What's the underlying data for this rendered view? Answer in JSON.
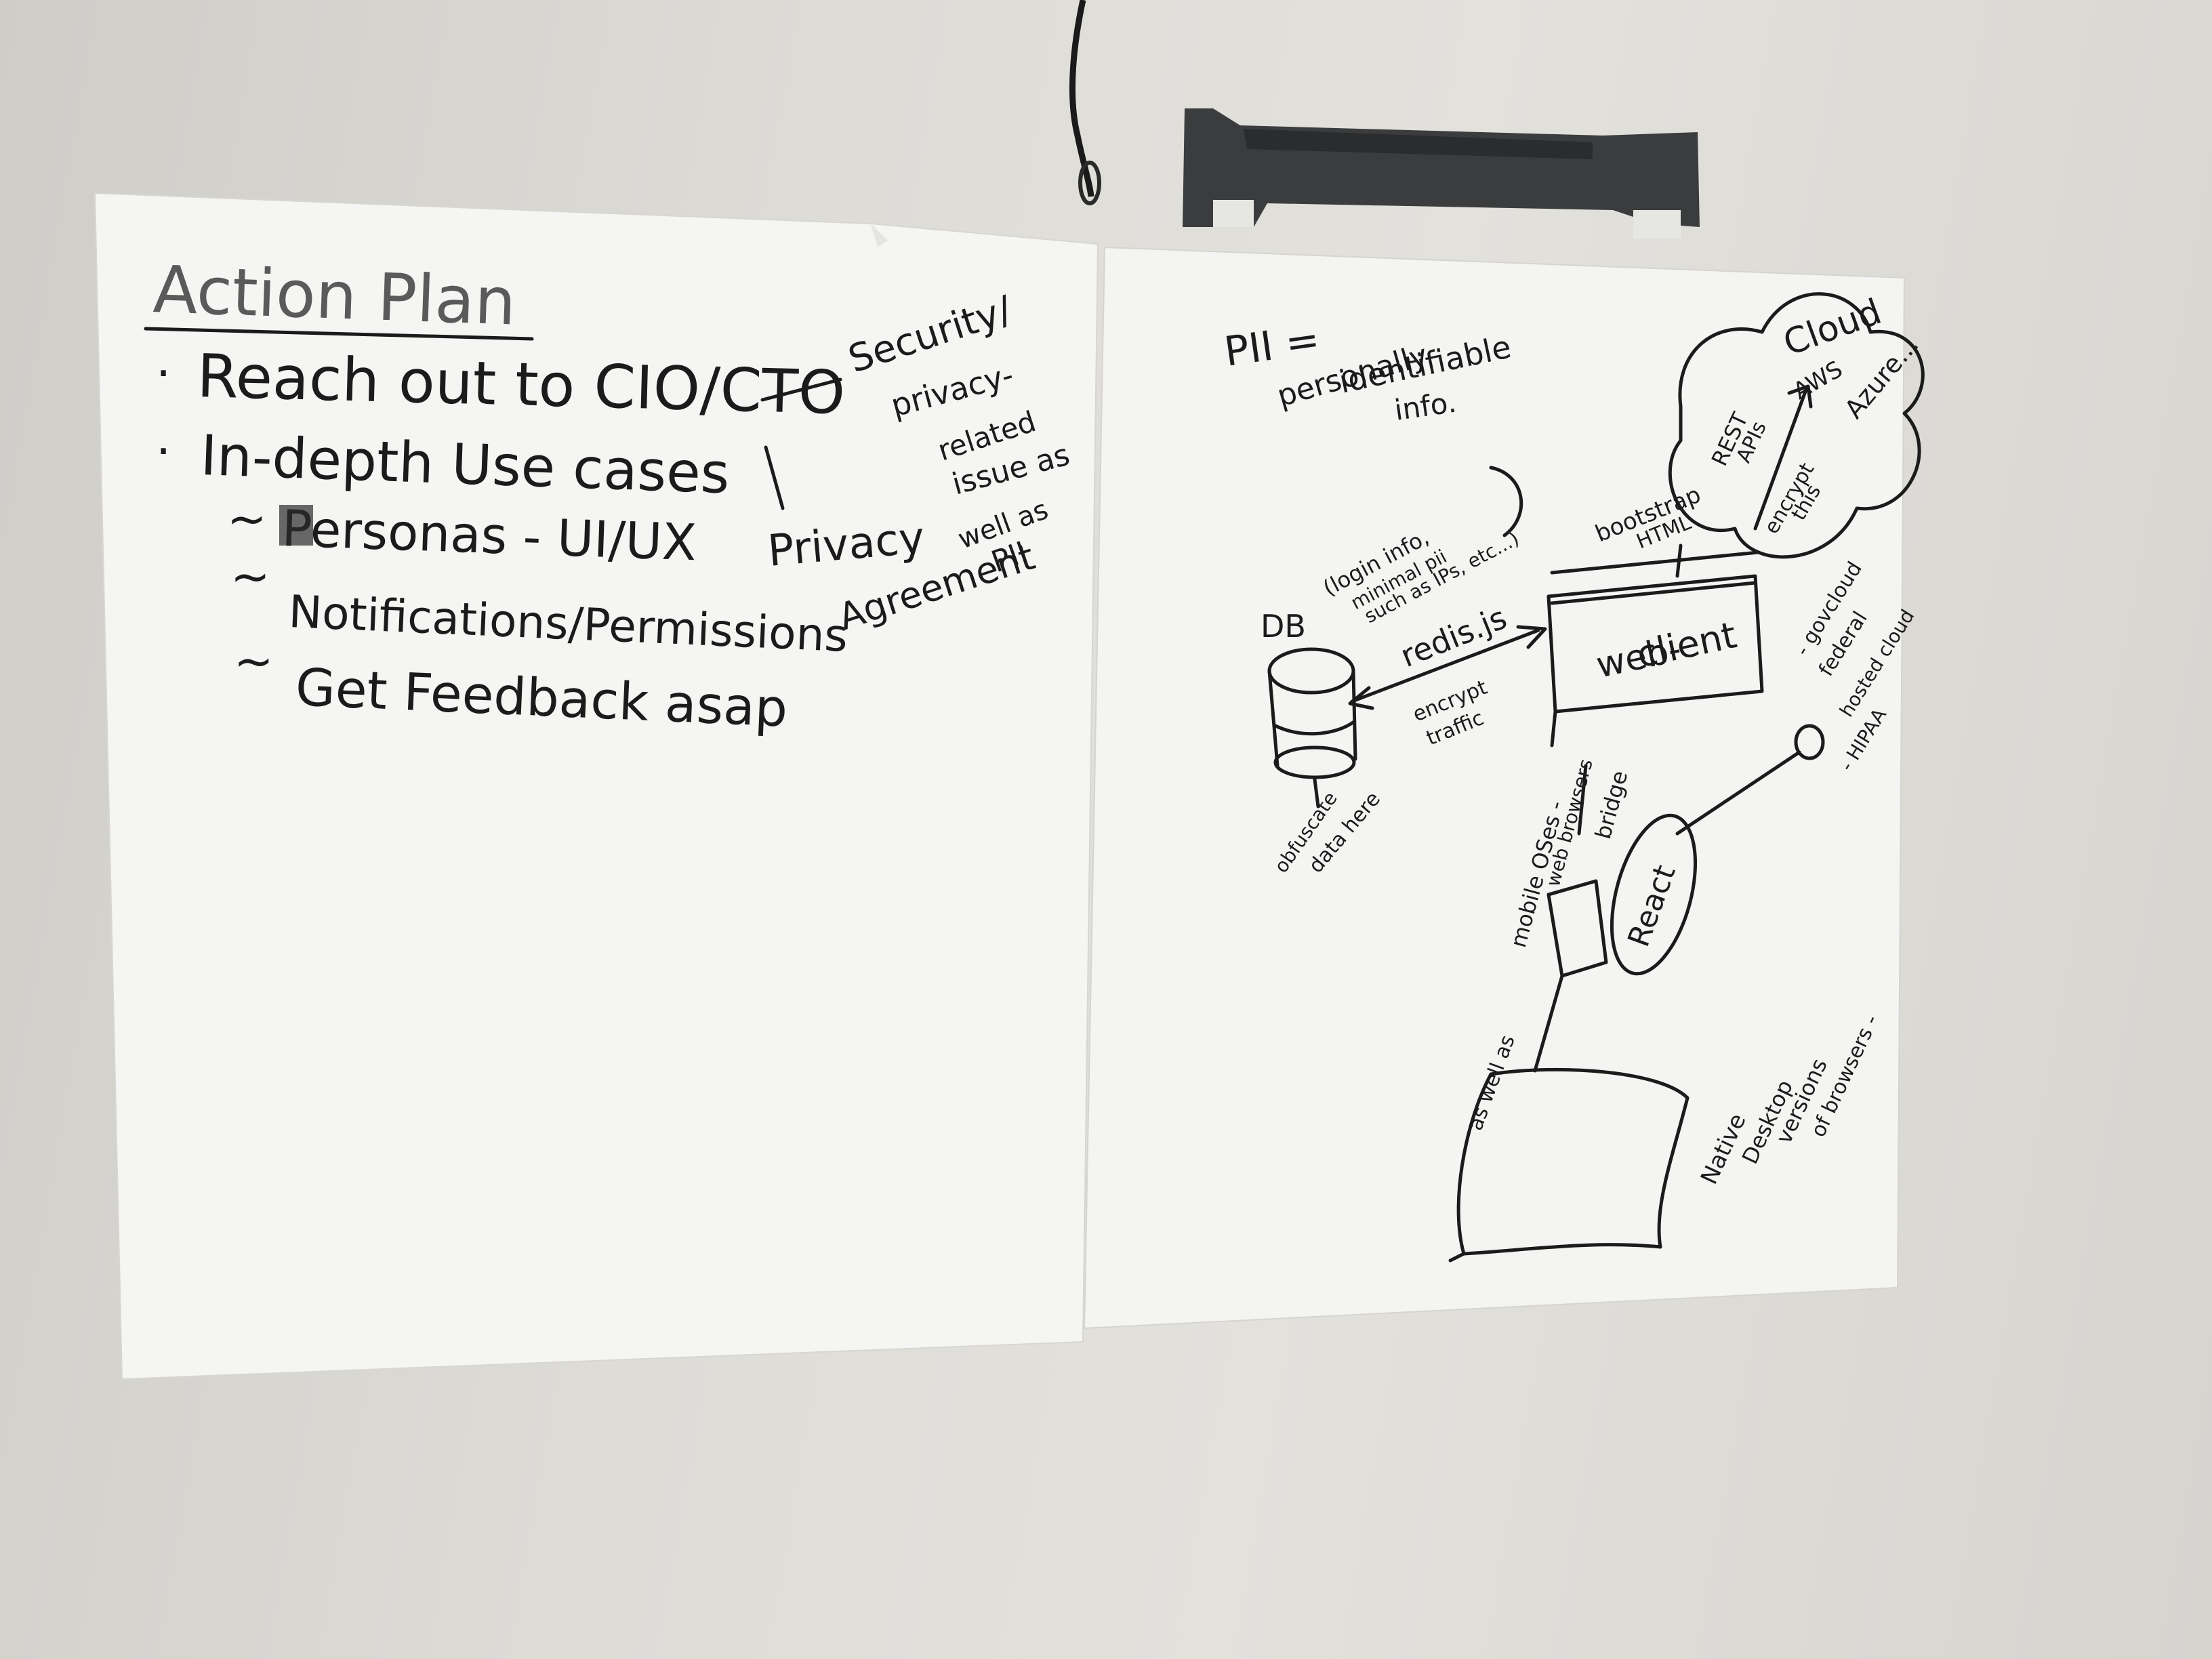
{
  "left_sheet": {
    "title": "Action Plan",
    "items": [
      "Reach out to CIO/CTO",
      "In-depth Use cases",
      "Personas - UI/UX",
      "Notifications/Permissions",
      "Get Feedback asap"
    ],
    "bullet": "·",
    "tilde": "~",
    "side_note_1": "Security/",
    "side_note_2": "privacy-",
    "side_note_3": "related",
    "side_note_4": "issue as",
    "side_note_5": "well as",
    "side_note_6": "PII",
    "privacy_1": "Privacy",
    "privacy_2": "Agreement"
  },
  "right_sheet": {
    "pii_heading": "PII =",
    "pii_def_1": "personally",
    "pii_def_2": "identifiable",
    "pii_def_3": "info.",
    "cloud_1": "Cloud",
    "cloud_2": "AWS",
    "cloud_3": "Azure...",
    "rest_1": "REST",
    "rest_2": "APIs",
    "encrypt_1": "encrypt",
    "encrypt_2": "this",
    "bootstrap_1": "bootstrap",
    "bootstrap_2": "HTML",
    "db_label": "DB",
    "db_note_1": "(login info,",
    "db_note_2": "minimal pii",
    "db_note_3": "such as IPs, etc...)",
    "redis": "redis.js",
    "encrypt_traffic_1": "encrypt",
    "encrypt_traffic_2": "traffic",
    "web_client_1": "web-",
    "web_client_2": "client",
    "gov_1": "- govcloud",
    "gov_2": "federal",
    "gov_3": "hosted cloud",
    "gov_4": "- HIPAA",
    "obfuscate_1": "obfuscate",
    "obfuscate_2": "data here",
    "mobile_1": "mobile OSes -",
    "mobile_2": "web browsers",
    "bridge": "bridge",
    "react": "React",
    "as_well_as": "as well as",
    "native_1": "Native",
    "native_2": "Desktop",
    "native_3": "versions",
    "native_4": "of browsers -"
  }
}
